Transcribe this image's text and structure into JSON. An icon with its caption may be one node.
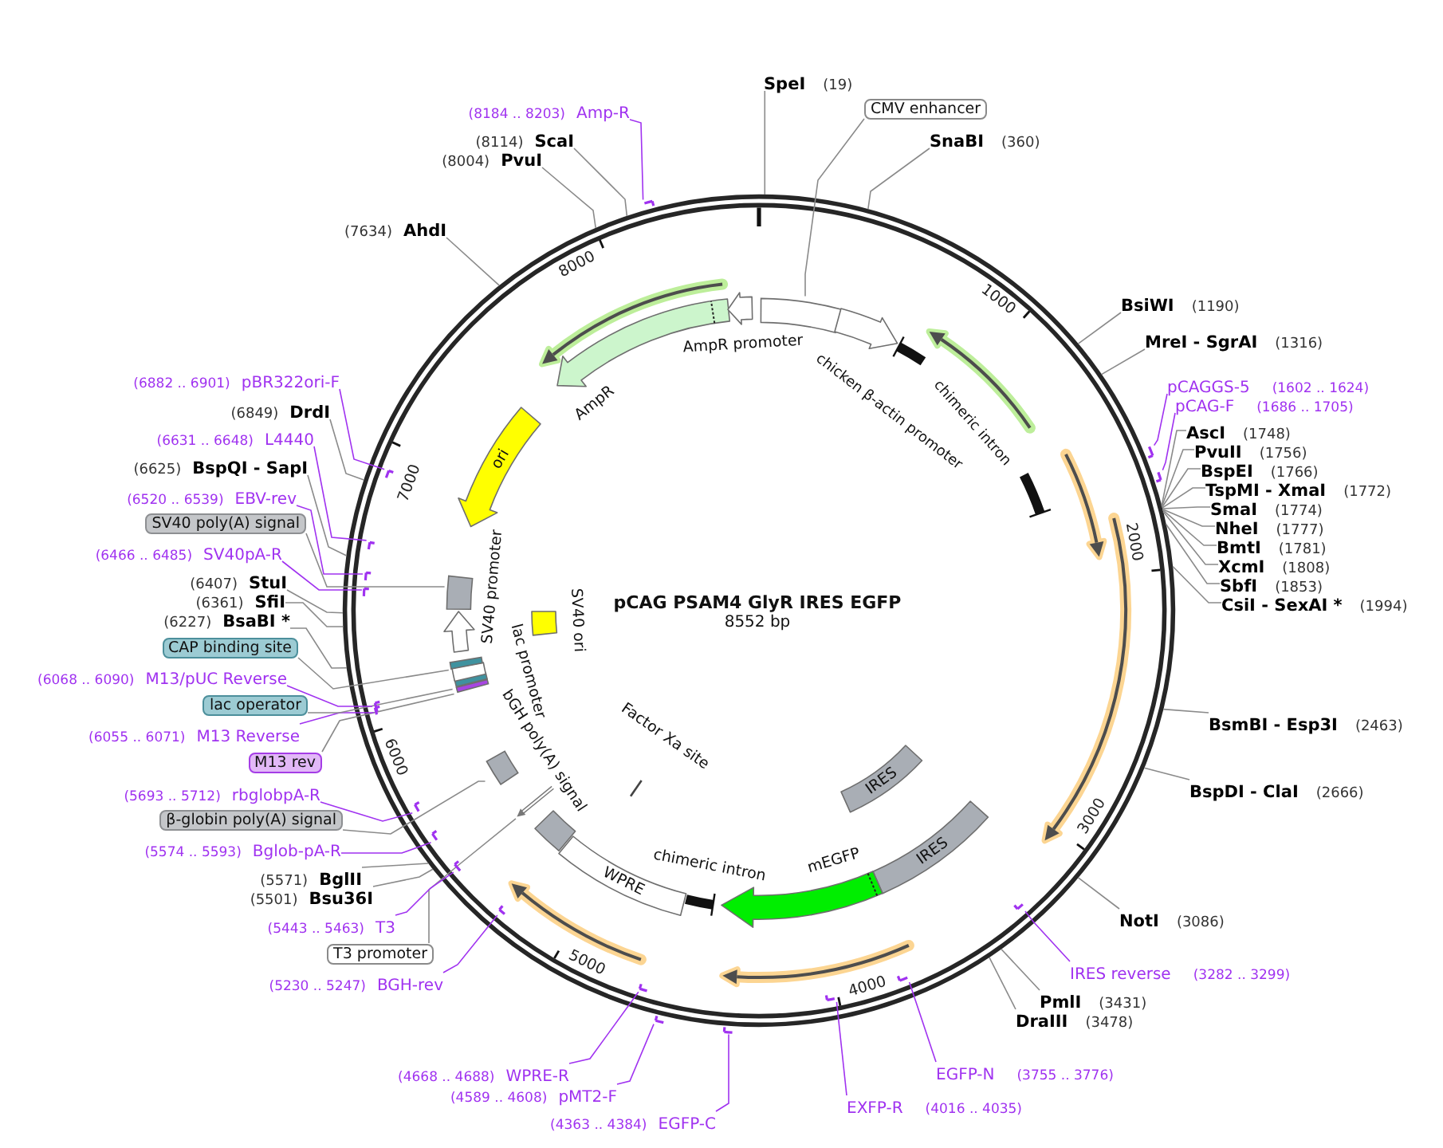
{
  "diagram": {
    "title": "pCAG PSAM4 GlyR IRES EGFP",
    "nodes": [
      {
        "text": [
          "SpeI",
          "(19)"
        ]
      },
      {
        "text": [
          "CMV enhancer"
        ]
      },
      {
        "text": [
          "SnaBI",
          "(360)"
        ]
      },
      {
        "text": [
          "BsiWI",
          "(1190)"
        ]
      },
      {
        "text": [
          "MreI - SgrAI",
          "(1316)"
        ]
      },
      {
        "text": [
          "pCAGGS-5",
          "(1602 .. 1624)"
        ]
      },
      {
        "text": [
          "pCAG-F",
          "(1686 .. 1705)"
        ]
      },
      {
        "text": [
          "AscI",
          "(1748)"
        ]
      },
      {
        "text": [
          "PvuII",
          "(1756)"
        ]
      },
      {
        "text": [
          "BspEI",
          "(1766)"
        ]
      },
      {
        "text": [
          "TspMI - XmaI",
          "(1772)"
        ]
      },
      {
        "text": [
          "SmaI",
          "(1774)"
        ]
      },
      {
        "text": [
          "NheI",
          "(1777)"
        ]
      },
      {
        "text": [
          "BmtI",
          "(1781)"
        ]
      },
      {
        "text": [
          "XcmI",
          "(1808)"
        ]
      },
      {
        "text": [
          "SbfI",
          "(1853)"
        ]
      },
      {
        "text": [
          "CsiI - SexAI *",
          "(1994)"
        ]
      },
      {
        "text": [
          "BsmBI - Esp3I",
          "(2463)"
        ]
      },
      {
        "text": [
          "BspDI - ClaI",
          "(2666)"
        ]
      },
      {
        "text": [
          "NotI",
          "(3086)"
        ]
      },
      {
        "text": [
          "IRES reverse",
          "(3282 .. 3299)"
        ]
      },
      {
        "text": [
          "PmlI",
          "(3431)"
        ]
      },
      {
        "text": [
          "DraIII",
          "(3478)"
        ]
      },
      {
        "text": [
          "EGFP-N",
          "(3755 .. 3776)"
        ]
      },
      {
        "text": [
          "EXFP-R",
          "(4016 .. 4035)"
        ]
      },
      {
        "text": [
          "(4363 .. 4384)",
          "EGFP-C"
        ]
      },
      {
        "text": [
          "(4589 .. 4608)",
          "pMT2-F"
        ]
      },
      {
        "text": [
          "(4668 .. 4688)",
          "WPRE-R"
        ]
      },
      {
        "text": [
          "(5230 .. 5247)",
          "BGH-rev"
        ]
      },
      {
        "text": [
          "T3 promoter"
        ]
      },
      {
        "text": [
          "(5443 .. 5463)",
          "T3"
        ]
      },
      {
        "text": [
          "(5501)",
          "Bsu36I"
        ]
      },
      {
        "text": [
          "(5571)",
          "BglII"
        ]
      },
      {
        "text": [
          "(5574 .. 5593)",
          "Bglob-pA-R"
        ]
      },
      {
        "text": [
          "β-globin poly(A) signal"
        ]
      },
      {
        "text": [
          "(5693 .. 5712)",
          "rbglobpA-R"
        ]
      },
      {
        "text": [
          "M13 rev"
        ]
      },
      {
        "text": [
          "(6055 .. 6071)",
          "M13 Reverse"
        ]
      },
      {
        "text": [
          "lac operator"
        ]
      },
      {
        "text": [
          "(6068 .. 6090)",
          "M13/pUC Reverse"
        ]
      },
      {
        "text": [
          "CAP binding site"
        ]
      },
      {
        "text": [
          "(6227)",
          "BsaBI *"
        ]
      },
      {
        "text": [
          "(6361)",
          "SfiI"
        ]
      },
      {
        "text": [
          "(6407)",
          "StuI"
        ]
      },
      {
        "text": [
          "(6466 .. 6485)",
          "SV40pA-R"
        ]
      },
      {
        "text": [
          "SV40 poly(A) signal"
        ]
      },
      {
        "text": [
          "(6520 .. 6539)",
          "EBV-rev"
        ]
      },
      {
        "text": [
          "(6625)",
          "BspQI - SapI"
        ]
      },
      {
        "text": [
          "(6631 .. 6648)",
          "L4440"
        ]
      },
      {
        "text": [
          "(6849)",
          "DrdI"
        ]
      },
      {
        "text": [
          "(6882 .. 6901)",
          "pBR322ori-F"
        ]
      },
      {
        "text": [
          "(7634)",
          "AhdI"
        ]
      },
      {
        "text": [
          "(8004)",
          "PvuI"
        ]
      },
      {
        "text": [
          "(8114)",
          "ScaI"
        ]
      },
      {
        "text": [
          "(8184 .. 8203)",
          "Amp-R"
        ]
      },
      {
        "text": [],
        "shape": "box"
      },
      {
        "text": [
          "chicken β-actin promoter"
        ]
      },
      {
        "text": [
          "chimeric intron"
        ]
      },
      {
        "text": [
          "IRES"
        ]
      },
      {
        "text": [
          "IRES"
        ]
      },
      {
        "text": [
          "mEGFP"
        ]
      },
      {
        "text": [
          "chimeric intron"
        ]
      },
      {
        "text": [
          "WPRE"
        ]
      },
      {
        "text": [
          "Factor Xa site"
        ]
      },
      {
        "text": [
          "bGH poly(A) signal"
        ]
      },
      {
        "text": [],
        "shape": "arrow"
      },
      {
        "text": [],
        "shape": "box"
      },
      {
        "text": [],
        "shape": "box"
      },
      {
        "text": [],
        "shape": "box"
      },
      {
        "text": [
          "lac promoter"
        ]
      },
      {
        "text": [],
        "shape": "box"
      },
      {
        "text": [
          "SV40 promoter"
        ]
      },
      {
        "text": [
          "SV40 ori"
        ]
      },
      {
        "text": [],
        "shape": "box"
      },
      {
        "text": [
          "ori"
        ]
      },
      {
        "text": [
          "AmpR"
        ]
      },
      {
        "text": [
          "AmpR promoter"
        ]
      },
      {
        "text": [],
        "shape": "bar"
      },
      {
        "text": [],
        "shape": "bar"
      },
      {
        "text": [],
        "shape": "bar"
      },
      {
        "text": [],
        "shape": "bar"
      },
      {
        "text": [],
        "shape": "bar"
      },
      {
        "text": [],
        "shape": "bar"
      },
      {
        "text": [],
        "shape": "bar"
      },
      {
        "text": [],
        "shape": "bar"
      },
      {
        "text": [],
        "shape": "bar"
      },
      {
        "text": [],
        "shape": "bar"
      },
      {
        "text": [],
        "shape": "bar"
      },
      {
        "text": [],
        "shape": "bar"
      },
      {
        "text": [],
        "shape": "bar"
      },
      {
        "text": [],
        "shape": "bar"
      },
      {
        "text": [],
        "shape": "bar"
      },
      {
        "text": [],
        "shape": "bar"
      },
      {
        "text": [],
        "shape": "bar"
      },
      {
        "text": [],
        "shape": "bar"
      },
      {
        "text": [],
        "shape": "bar"
      }
    ],
    "edges": [
      {
        "from": 0,
        "to": null,
        "arrow": "none"
      },
      {
        "from": 1,
        "to": 55,
        "arrow": "none"
      },
      {
        "from": 2,
        "to": null,
        "arrow": "none"
      },
      {
        "from": 3,
        "to": null,
        "arrow": "none"
      },
      {
        "from": 4,
        "to": null,
        "arrow": "none"
      },
      {
        "from": 5,
        "to": 77,
        "arrow": "none",
        "color": "#a032f0"
      },
      {
        "from": 6,
        "to": 78,
        "arrow": "none",
        "color": "#a032f0"
      },
      {
        "from": 7,
        "to": null,
        "arrow": "none"
      },
      {
        "from": 8,
        "to": null,
        "arrow": "none"
      },
      {
        "from": 9,
        "to": null,
        "arrow": "none"
      },
      {
        "from": 10,
        "to": null,
        "arrow": "none"
      },
      {
        "from": 11,
        "to": null,
        "arrow": "none"
      },
      {
        "from": 12,
        "to": null,
        "arrow": "none"
      },
      {
        "from": 13,
        "to": null,
        "arrow": "none"
      },
      {
        "from": 14,
        "to": null,
        "arrow": "none"
      },
      {
        "from": 15,
        "to": null,
        "arrow": "none"
      },
      {
        "from": 16,
        "to": null,
        "arrow": "none"
      },
      {
        "from": 17,
        "to": null,
        "arrow": "none"
      },
      {
        "from": 18,
        "to": null,
        "arrow": "none"
      },
      {
        "from": 19,
        "to": null,
        "arrow": "none"
      },
      {
        "from": 20,
        "to": 79,
        "arrow": "none",
        "color": "#a032f0"
      },
      {
        "from": 21,
        "to": null,
        "arrow": "none"
      },
      {
        "from": 22,
        "to": null,
        "arrow": "none"
      },
      {
        "from": 23,
        "to": 80,
        "arrow": "none",
        "color": "#a032f0"
      },
      {
        "from": 24,
        "to": 81,
        "arrow": "none",
        "color": "#a032f0"
      },
      {
        "from": 25,
        "to": 82,
        "arrow": "none",
        "color": "#a032f0"
      },
      {
        "from": 26,
        "to": 83,
        "arrow": "none",
        "color": "#a032f0"
      },
      {
        "from": 27,
        "to": 84,
        "arrow": "none",
        "color": "#a032f0"
      },
      {
        "from": 28,
        "to": 85,
        "arrow": "none",
        "color": "#a032f0"
      },
      {
        "from": 29,
        "to": 65,
        "arrow": "none"
      },
      {
        "from": 30,
        "to": 86,
        "arrow": "none",
        "color": "#a032f0"
      },
      {
        "from": 31,
        "to": null,
        "arrow": "none"
      },
      {
        "from": 32,
        "to": null,
        "arrow": "none"
      },
      {
        "from": 33,
        "to": 87,
        "arrow": "none",
        "color": "#a032f0"
      },
      {
        "from": 34,
        "to": 66,
        "arrow": "none"
      },
      {
        "from": 35,
        "to": 88,
        "arrow": "none",
        "color": "#a032f0"
      },
      {
        "from": 36,
        "to": 67,
        "arrow": "none"
      },
      {
        "from": 37,
        "to": 89,
        "arrow": "none",
        "color": "#a032f0"
      },
      {
        "from": 38,
        "to": 68,
        "arrow": "none"
      },
      {
        "from": 39,
        "to": 90,
        "arrow": "none",
        "color": "#a032f0"
      },
      {
        "from": 40,
        "to": 70,
        "arrow": "none"
      },
      {
        "from": 41,
        "to": null,
        "arrow": "none"
      },
      {
        "from": 42,
        "to": null,
        "arrow": "none"
      },
      {
        "from": 43,
        "to": null,
        "arrow": "none"
      },
      {
        "from": 44,
        "to": 91,
        "arrow": "none",
        "color": "#a032f0"
      },
      {
        "from": 45,
        "to": 73,
        "arrow": "none"
      },
      {
        "from": 46,
        "to": 92,
        "arrow": "none",
        "color": "#a032f0"
      },
      {
        "from": 47,
        "to": null,
        "arrow": "none"
      },
      {
        "from": 48,
        "to": 93,
        "arrow": "none",
        "color": "#a032f0"
      },
      {
        "from": 49,
        "to": null,
        "arrow": "none"
      },
      {
        "from": 50,
        "to": 94,
        "arrow": "none",
        "color": "#a032f0"
      },
      {
        "from": 51,
        "to": null,
        "arrow": "none"
      },
      {
        "from": 52,
        "to": null,
        "arrow": "none"
      },
      {
        "from": 53,
        "to": null,
        "arrow": "none"
      },
      {
        "from": 54,
        "to": 95,
        "arrow": "none",
        "color": "#a032f0"
      }
    ],
    "labels": [
      "8552 bp",
      "1000",
      "2000",
      "3000",
      "4000",
      "5000",
      "6000",
      "7000",
      "8000"
    ]
  }
}
